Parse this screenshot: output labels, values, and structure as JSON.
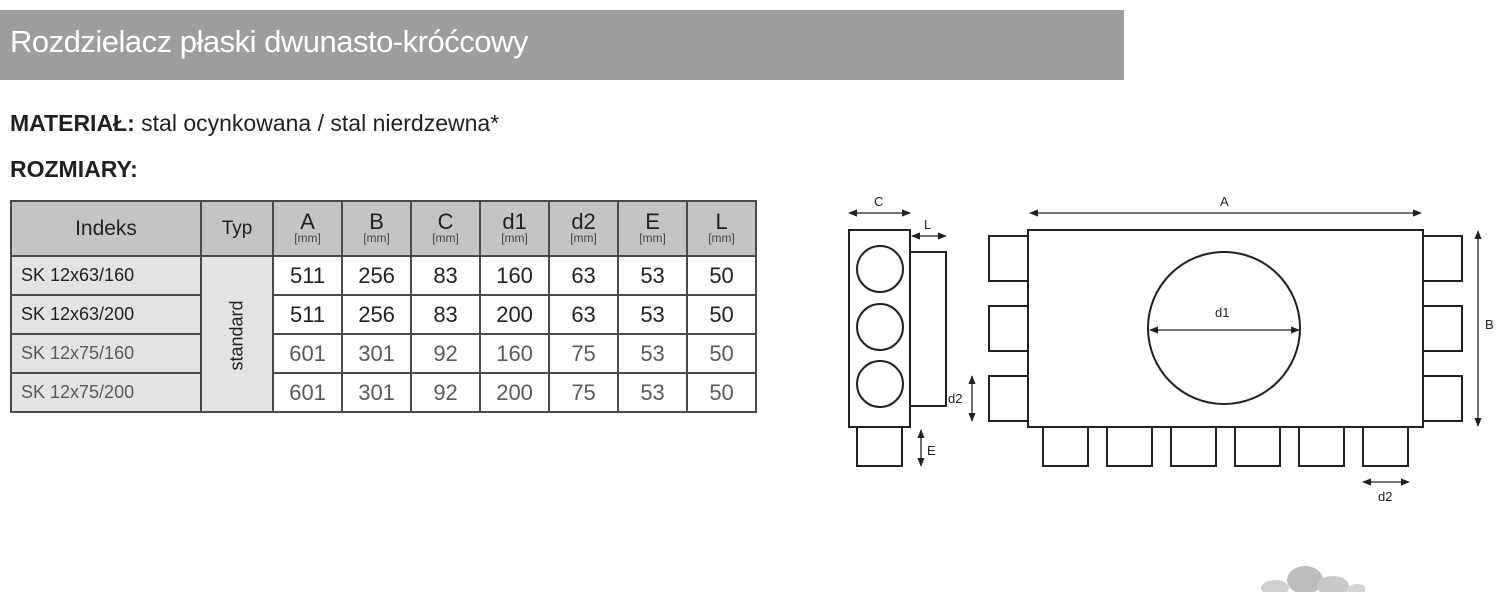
{
  "title": "Rozdzielacz płaski dwunasto-króćcowy",
  "material": {
    "label": "MATERIAŁ:",
    "value": "stal ocynkowana / stal nierdzewna*"
  },
  "sizes_heading": "ROZMIARY:",
  "table": {
    "headers": {
      "index": "Indeks",
      "type": "Typ",
      "unit": "[mm]",
      "dims": [
        "A",
        "B",
        "C",
        "d1",
        "d2",
        "E",
        "L"
      ]
    },
    "type_value": "standard",
    "rows": [
      {
        "index": "SK 12x63/160",
        "values": [
          "511",
          "256",
          "83",
          "160",
          "63",
          "53",
          "50"
        ]
      },
      {
        "index": "SK 12x63/200",
        "values": [
          "511",
          "256",
          "83",
          "200",
          "63",
          "53",
          "50"
        ]
      },
      {
        "index": "SK 12x75/160",
        "values": [
          "601",
          "301",
          "92",
          "160",
          "75",
          "53",
          "50"
        ]
      },
      {
        "index": "SK 12x75/200",
        "values": [
          "601",
          "301",
          "92",
          "200",
          "75",
          "53",
          "50"
        ]
      }
    ]
  },
  "diagram": {
    "labels": {
      "C": "C",
      "L": "L",
      "d2_side": "d2",
      "E": "E",
      "A": "A",
      "B": "B",
      "d1": "d1",
      "d2_bottom": "d2"
    }
  },
  "colors": {
    "title_bar": "#9d9d9d",
    "header_cell": "#c4c4c4",
    "index_cell": "#e3e3e3"
  }
}
